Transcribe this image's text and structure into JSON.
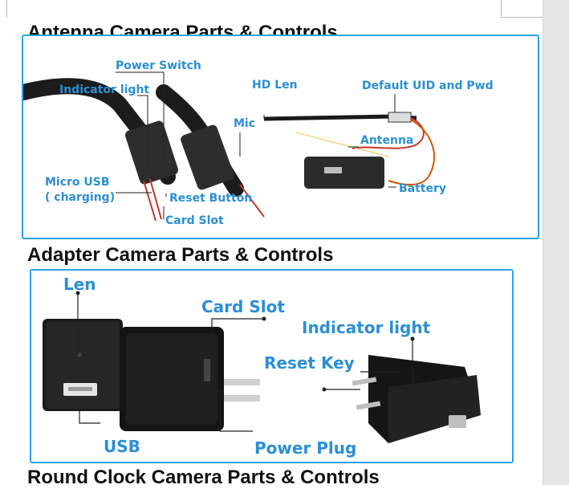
{
  "sections": [
    {
      "heading": "Antenna Camera Parts & Controls",
      "labels": {
        "power_switch": "Power Switch",
        "indicator_light": "Indicator light",
        "hd_len": "HD Len",
        "default_uid": "Default UID and Pwd",
        "mic": "Mic",
        "antenna": "Antenna",
        "micro_usb": "Micro USB",
        "charging": "( charging)",
        "reset_button": "Reset Button",
        "battery": "Battery",
        "card_slot": "Card Slot"
      }
    },
    {
      "heading": "Adapter Camera Parts & Controls",
      "labels": {
        "len": "Len",
        "card_slot": "Card Slot",
        "indicator_light": "Indicator light",
        "reset_key": "Reset Key",
        "usb": "USB",
        "power_plug": "Power Plug"
      }
    },
    {
      "heading": "Round Clock Camera Parts & Controls"
    }
  ],
  "colors": {
    "frame": "#29a3e8",
    "label": "#2a8fd6"
  }
}
